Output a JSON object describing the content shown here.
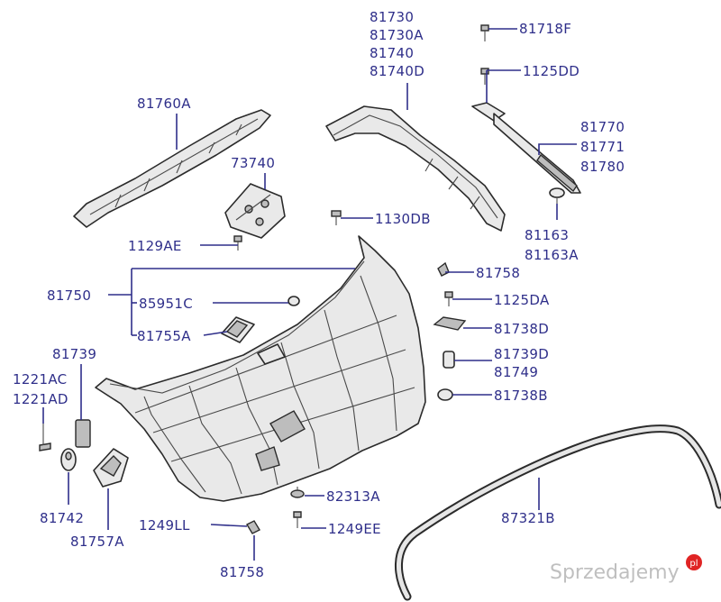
{
  "labels": {
    "l81730": "81730",
    "l81730A": "81730A",
    "l81740": "81740",
    "l81740D": "81740D",
    "l81718F": "81718F",
    "l1125DD": "1125DD",
    "l81760A": "81760A",
    "l73740": "73740",
    "l81770": "81770",
    "l81771": "81771",
    "l81780": "81780",
    "l1130DB": "1130DB",
    "l81163": "81163",
    "l81163A": "81163A",
    "l1129AE": "1129AE",
    "l81758a": "81758",
    "l81750": "81750",
    "l85951C": "85951C",
    "l1125DA": "1125DA",
    "l81755A": "81755A",
    "l81738D": "81738D",
    "l81739": "81739",
    "l81739D": "81739D",
    "l81749": "81749",
    "l1221AC": "1221AC",
    "l1221AD": "1221AD",
    "l81738B": "81738B",
    "l82313A": "82313A",
    "l87321B": "87321B",
    "l81742": "81742",
    "l1249LL": "1249LL",
    "l1249EE": "1249EE",
    "l81757A": "81757A",
    "l81758b": "81758"
  },
  "watermark": {
    "brand": "Sprzedajemy",
    "badge": "pl"
  },
  "colors": {
    "label": "#2f2f8a",
    "badge": "#e02424"
  }
}
